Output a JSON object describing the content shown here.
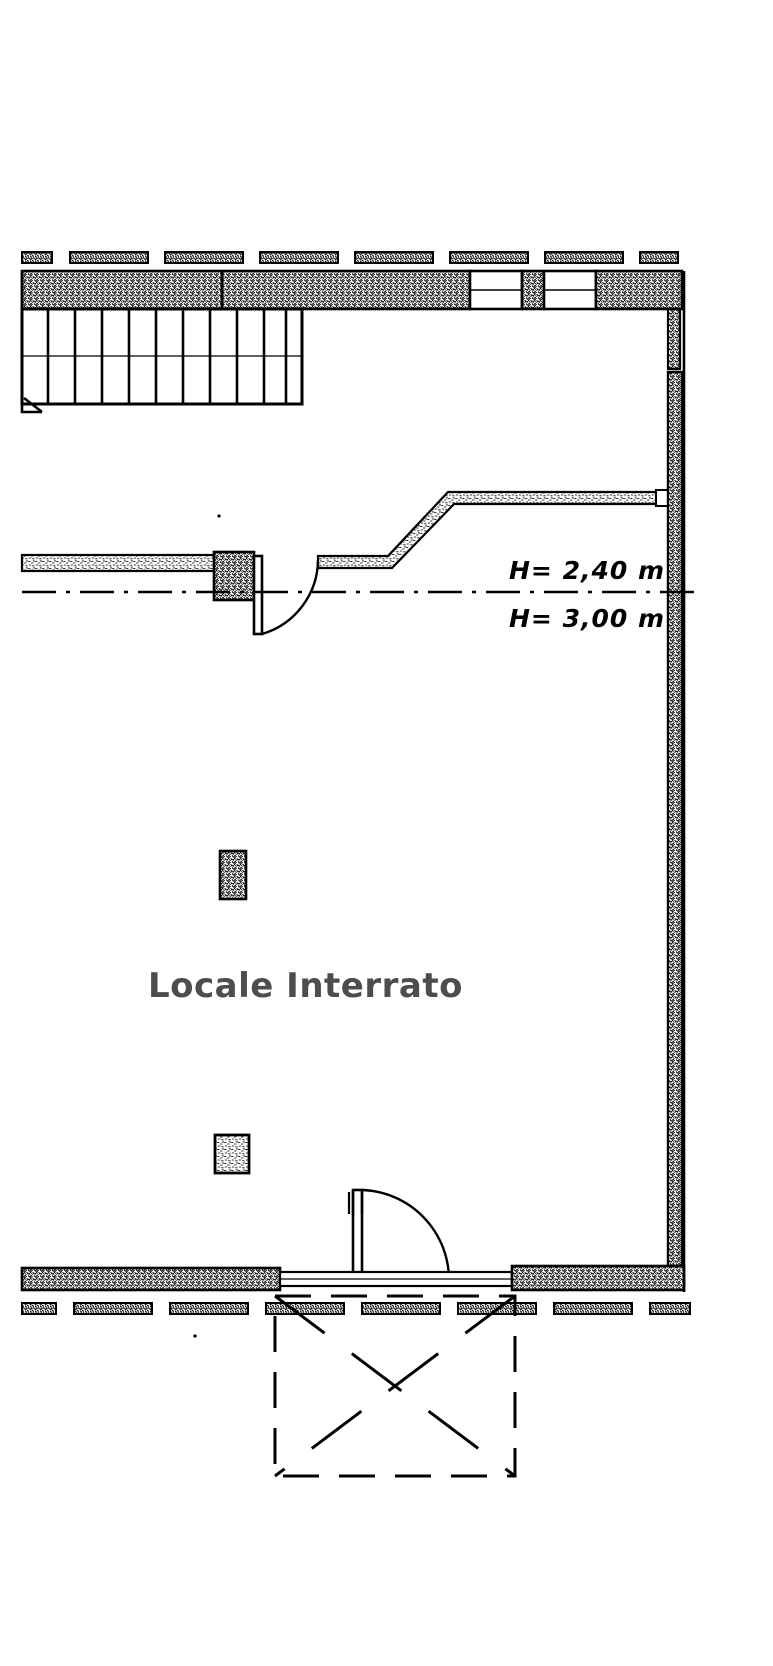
{
  "drawing": {
    "type": "architectural-floor-plan",
    "title": "Locale Interrato",
    "background_color": "#ffffff",
    "line_color": "#000000",
    "room_label_color": "#4d4d4d"
  },
  "labels": {
    "room_name": "Locale Interrato",
    "height_upper": "H= 2,40 m",
    "height_lower": "H= 3,00 m"
  },
  "annotations": {
    "ceiling_heights": [
      {
        "value": "2,40",
        "unit": "m",
        "prefix": "H=",
        "text": "H= 2,40 m",
        "zone": "upper"
      },
      {
        "value": "3,00",
        "unit": "m",
        "prefix": "H=",
        "text": "H= 3,00 m",
        "zone": "lower"
      }
    ]
  },
  "elements": {
    "staircase": {
      "name": "staircase",
      "treads": 10,
      "has_center_line": true
    },
    "windows": [
      {
        "name": "window-top-left",
        "wall": "top"
      },
      {
        "name": "window-top-right",
        "wall": "top"
      }
    ],
    "doors": [
      {
        "name": "door-interior-upper",
        "swing": "arc",
        "wall": "interior-partition"
      },
      {
        "name": "door-bottom",
        "swing": "arc",
        "wall": "bottom"
      }
    ],
    "columns": [
      {
        "name": "column-upper",
        "shape": "rectangle"
      },
      {
        "name": "column-lower",
        "shape": "square"
      }
    ],
    "ramp": {
      "name": "ramp-outline",
      "style": "dashed",
      "marking": "x-cross"
    }
  }
}
